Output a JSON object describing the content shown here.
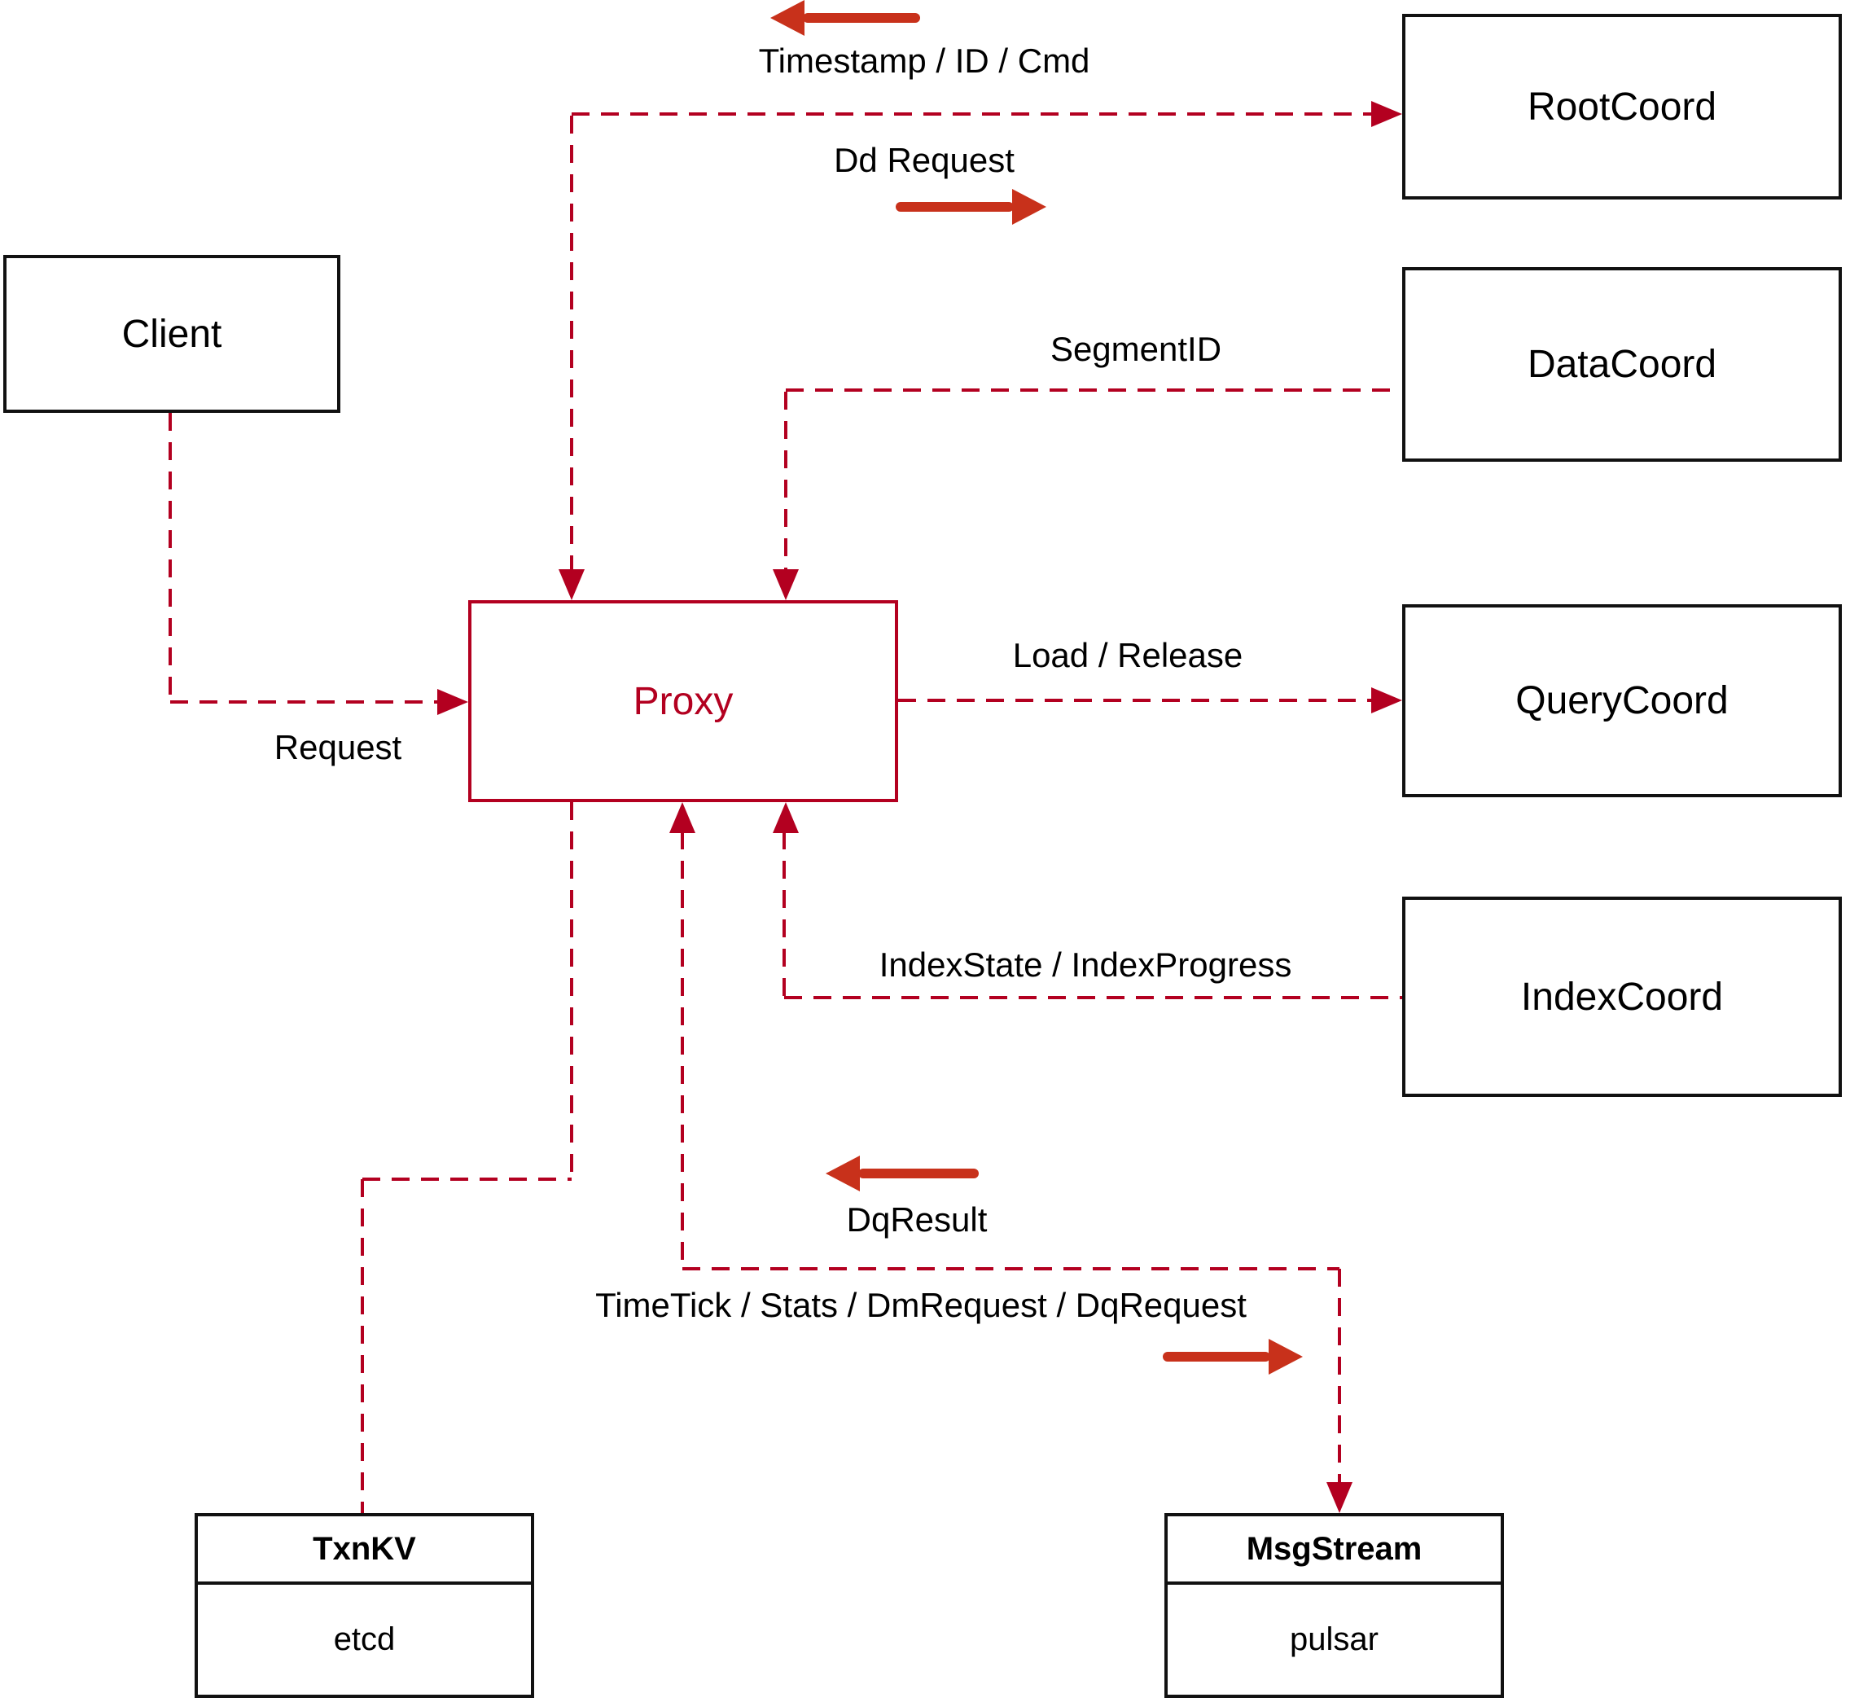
{
  "diagram": {
    "nodes": {
      "client": {
        "label": "Client"
      },
      "root_coord": {
        "label": "RootCoord"
      },
      "data_coord": {
        "label": "DataCoord"
      },
      "query_coord": {
        "label": "QueryCoord"
      },
      "index_coord": {
        "label": "IndexCoord"
      },
      "proxy": {
        "label": "Proxy"
      },
      "txn_kv": {
        "title": "TxnKV",
        "impl": "etcd"
      },
      "msg_stream": {
        "title": "MsgStream",
        "impl": "pulsar"
      }
    },
    "edge_labels": {
      "timestamp_id_cmd": "Timestamp / ID / Cmd",
      "dd_request": "Dd Request",
      "segment_id": "SegmentID",
      "request": "Request",
      "load_release": "Load / Release",
      "index_state_progress": "IndexState / IndexProgress",
      "dq_result": "DqResult",
      "timetick_stats": "TimeTick / Stats / DmRequest / DqRequest"
    },
    "colors": {
      "line_red": "#b30020",
      "arrow_red": "#c8311b",
      "box_border": "#111111",
      "text": "#000000",
      "background": "#ffffff"
    }
  }
}
